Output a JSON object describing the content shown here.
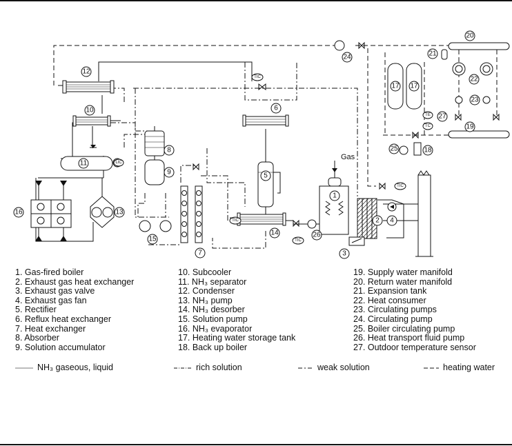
{
  "diagram": {
    "gas_label": "Gas",
    "sensor_labels": {
      "tic": "TIC",
      "lic": "LIC",
      "tc": "TC",
      "te": "TE"
    },
    "component_numbers": [
      "1",
      "2",
      "3",
      "4",
      "5",
      "6",
      "7",
      "8",
      "9",
      "10",
      "11",
      "12",
      "13",
      "14",
      "15",
      "16",
      "17",
      "18",
      "19",
      "20",
      "21",
      "22",
      "23",
      "24",
      "25",
      "26",
      "27"
    ]
  },
  "legend": {
    "col1": [
      "1. Gas-fired boiler",
      "2. Exhaust gas heat exchanger",
      "3. Exhaust gas valve",
      "4. Exhaust gas fan",
      "5. Rectifier",
      "6. Reflux heat exchanger",
      "7. Heat exchanger",
      "8. Absorber",
      "9. Solution accumulator"
    ],
    "col2": [
      "10. Subcooler",
      "11. NH₃ separator",
      "12. Condenser",
      "13. NH₃ pump",
      "14. NH₃ desorber",
      "15. Solution pump",
      "16. NH₃ evaporator",
      "17. Heating water storage tank",
      "18. Back up boiler"
    ],
    "col3": [
      "19. Supply water manifold",
      "20. Return water manifold",
      "21. Expansion tank",
      "22. Heat consumer",
      "23. Circulating pumps",
      "24. Circulating pump",
      "25. Boiler circulating pump",
      "26. Heat transport fluid pump",
      "27. Outdoor temperature sensor"
    ]
  },
  "line_key": {
    "nh3": "NH₃ gaseous, liquid",
    "rich": "rich solution",
    "weak": "weak solution",
    "heating": "heating water"
  }
}
